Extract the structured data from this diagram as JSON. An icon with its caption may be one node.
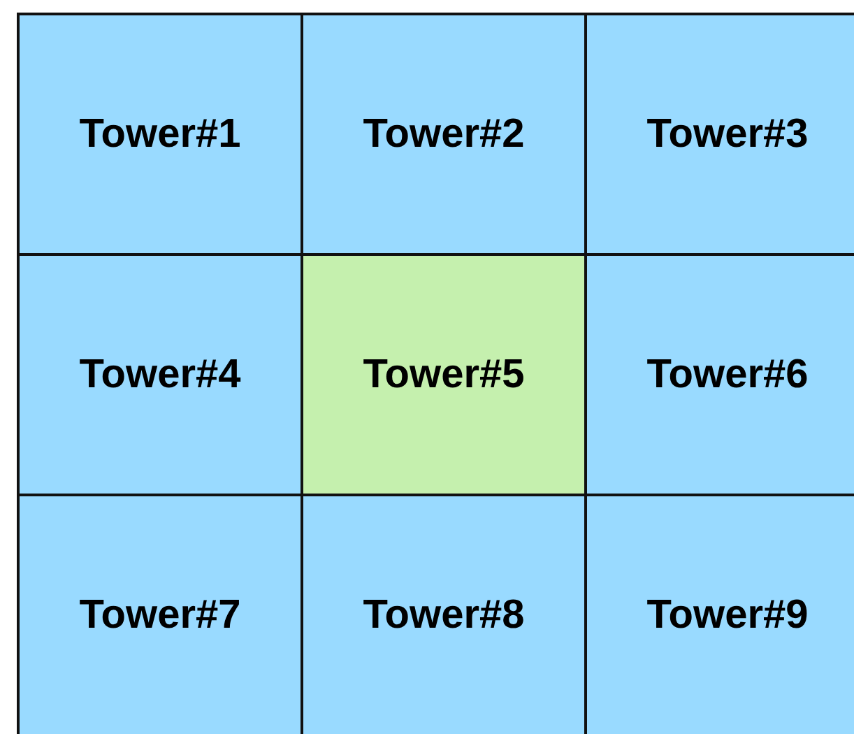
{
  "diagram": {
    "nodes": [
      {
        "text": [
          "Tower#1"
        ]
      },
      {
        "text": [
          "Tower#2"
        ]
      },
      {
        "text": [
          "Tower#3"
        ]
      },
      {
        "text": [
          "Tower#4"
        ]
      },
      {
        "text": [
          "Tower#5"
        ]
      },
      {
        "text": [
          "Tower#6"
        ]
      },
      {
        "text": [
          "Tower#7"
        ]
      },
      {
        "text": [
          "Tower#8"
        ]
      },
      {
        "text": [
          "Tower#9"
        ]
      }
    ]
  }
}
